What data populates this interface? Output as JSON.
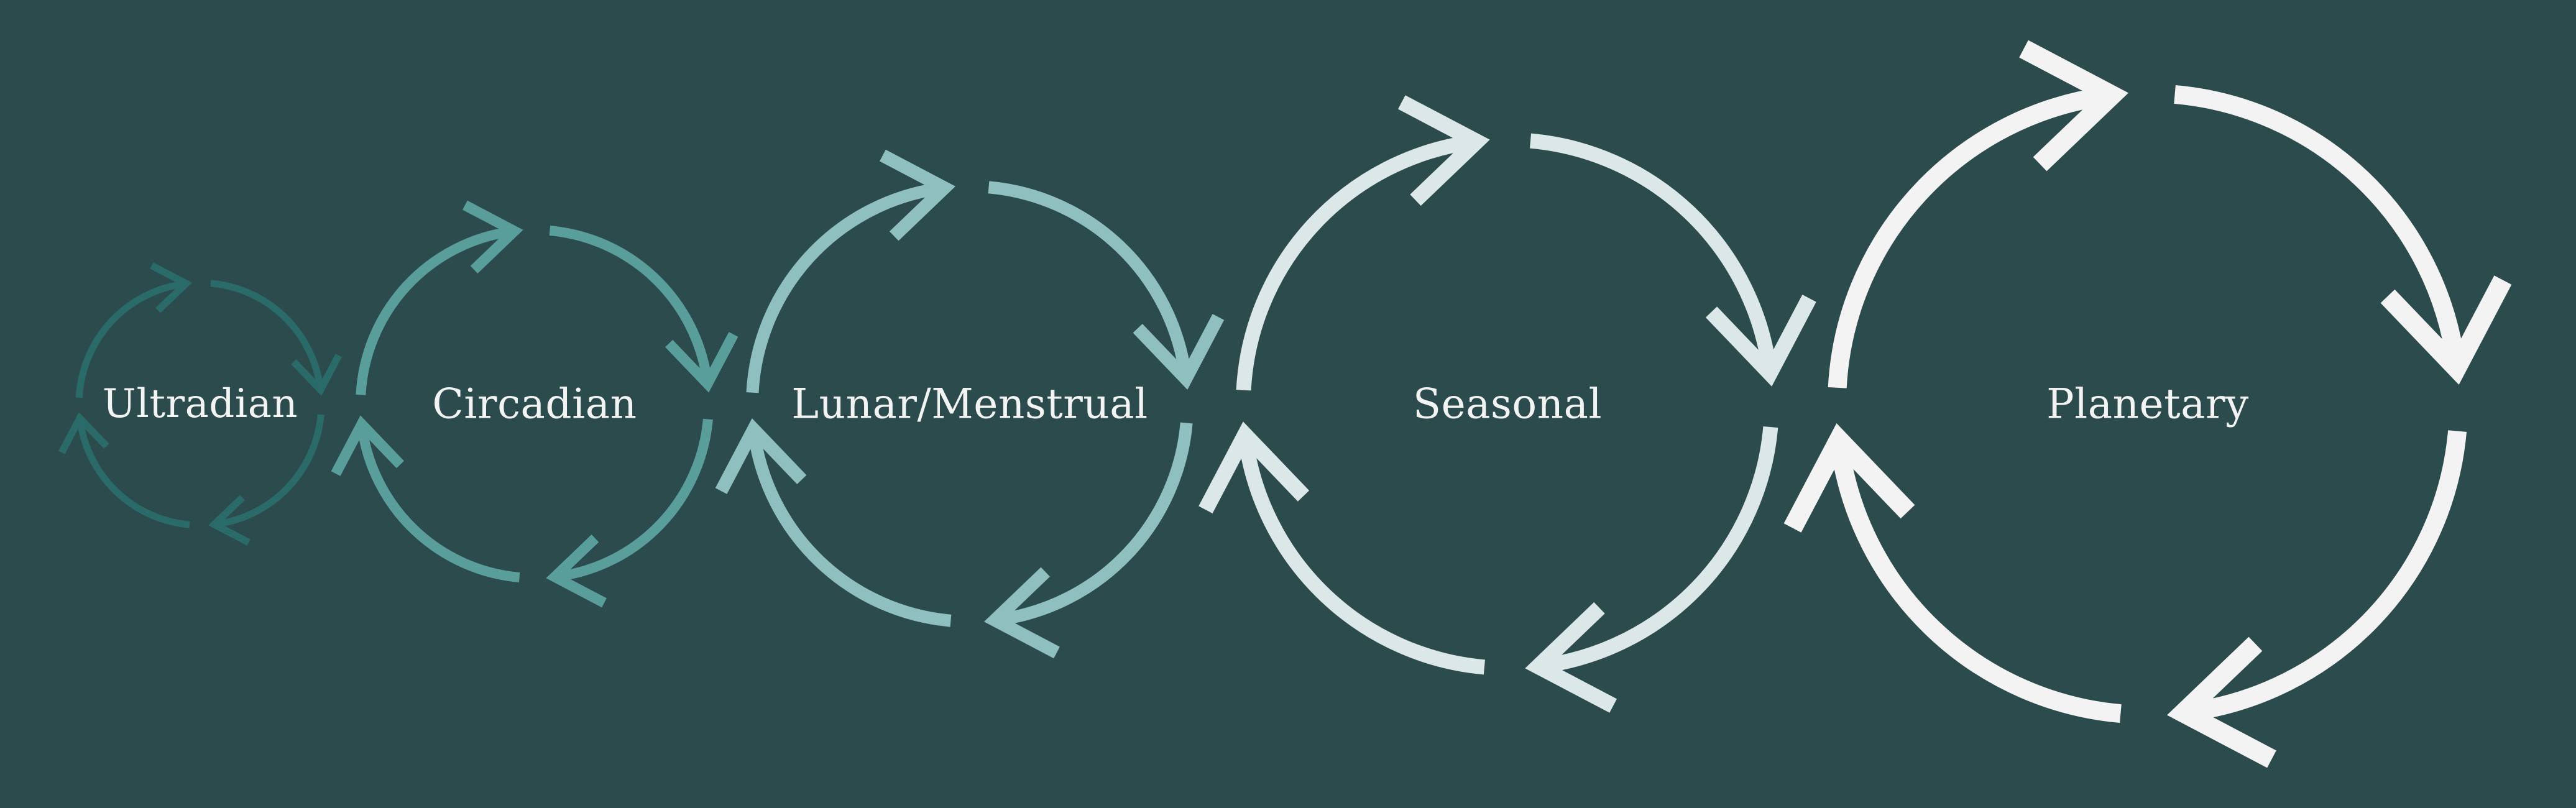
{
  "background_color": "#2c4b4c",
  "label_color": "#f2f4f4",
  "cycles": [
    {
      "label": "Ultradian",
      "color": "#2a6b6a"
    },
    {
      "label": "Circadian",
      "color": "#5a9e9c"
    },
    {
      "label": "Lunar/Menstrual",
      "color": "#8fbfbf"
    },
    {
      "label": "Seasonal",
      "color": "#dce7e7"
    },
    {
      "label": "Planetary",
      "color": "#f3f3f3"
    }
  ]
}
